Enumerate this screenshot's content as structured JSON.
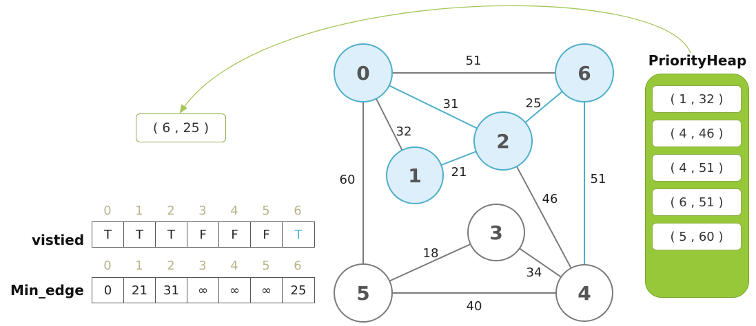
{
  "colors": {
    "visited_fill": "#ddeffa",
    "visited_stroke": "#4eaec9",
    "unvisited_fill": "#ffffff",
    "unvisited_stroke": "#7a7a7a",
    "mst_edge": "#4eaec9",
    "plain_edge": "#7a7a7a",
    "heap_bg": "#96c83a",
    "heap_border": "#8cab4a",
    "index_text": "#b9b48a",
    "highlight_text": "#4fb0de",
    "arrow": "#a5c65a"
  },
  "graph": {
    "nodes": [
      {
        "id": "0",
        "label": "0",
        "visited": true
      },
      {
        "id": "1",
        "label": "1",
        "visited": true
      },
      {
        "id": "2",
        "label": "2",
        "visited": true
      },
      {
        "id": "3",
        "label": "3",
        "visited": false
      },
      {
        "id": "4",
        "label": "4",
        "visited": false
      },
      {
        "id": "5",
        "label": "5",
        "visited": false
      },
      {
        "id": "6",
        "label": "6",
        "visited": true
      }
    ],
    "edges": [
      {
        "from": "0",
        "to": "6",
        "weight": "51",
        "in_tree": false
      },
      {
        "from": "0",
        "to": "2",
        "weight": "31",
        "in_tree": true
      },
      {
        "from": "0",
        "to": "1",
        "weight": "32",
        "in_tree": false
      },
      {
        "from": "1",
        "to": "2",
        "weight": "21",
        "in_tree": true
      },
      {
        "from": "2",
        "to": "6",
        "weight": "25",
        "in_tree": true
      },
      {
        "from": "0",
        "to": "5",
        "weight": "60",
        "in_tree": false
      },
      {
        "from": "6",
        "to": "4",
        "weight": "51",
        "in_tree": true
      },
      {
        "from": "2",
        "to": "4",
        "weight": "46",
        "in_tree": false
      },
      {
        "from": "3",
        "to": "5",
        "weight": "18",
        "in_tree": false
      },
      {
        "from": "3",
        "to": "4",
        "weight": "34",
        "in_tree": false
      },
      {
        "from": "5",
        "to": "4",
        "weight": "40",
        "in_tree": false
      }
    ]
  },
  "popped": {
    "text": "( 6 , 25 )"
  },
  "heap": {
    "title": "PriorityHeap",
    "items": [
      "( 1 , 32 )",
      "( 4 , 46 )",
      "( 4 , 51 )",
      "( 6 , 51 )",
      "( 5 , 60 )"
    ]
  },
  "visited_table": {
    "label": "vistied",
    "indices": [
      "0",
      "1",
      "2",
      "3",
      "4",
      "5",
      "6"
    ],
    "values": [
      "T",
      "T",
      "T",
      "F",
      "F",
      "F",
      "T"
    ],
    "highlight_index": 6
  },
  "min_edge_table": {
    "label": "Min_edge",
    "indices": [
      "0",
      "1",
      "2",
      "3",
      "4",
      "5",
      "6"
    ],
    "values": [
      "0",
      "21",
      "31",
      "∞",
      "∞",
      "∞",
      "25"
    ]
  }
}
